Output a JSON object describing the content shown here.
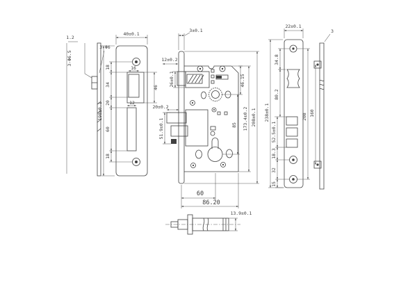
{
  "page": {
    "background": "#ffffff",
    "line_color": "#404040"
  },
  "views": {
    "strike_edge": {
      "thickness": "1.2",
      "hole_note_vertical": "3-Φ6.5",
      "hole_note": "3.Φ6"
    },
    "strike_plate": {
      "overall_width": "40±0.1",
      "overall_height": "198±0.1",
      "top_hole_to_cutout": "18",
      "cutout_top_width": "16",
      "cutout_top_height": "34",
      "cutout_right_height": "46",
      "middle_gap": "20",
      "cutout_bottom_width": "12",
      "cutout_bottom_height": "60",
      "bottom_hole_offset": "18"
    },
    "lock_body": {
      "faceplate_thickness": "3±0.1",
      "latch_width": "12±0.2",
      "latch_height": "26±0.1",
      "deadbolt_throw": "20±0.2",
      "deadbolt_height": "51.9±0.1",
      "top_to_hub": "46.15",
      "hub_to_cylinder": "85",
      "case_height": "173.4±0.2",
      "faceplate_height": "208±0.1",
      "backset": "60",
      "case_depth": "86.20"
    },
    "faceplate_front": {
      "overall_width": "22±0.1",
      "overall_height": "238±0.1",
      "hole_to_latch": "34.8",
      "latch_to_bolts": "80.2",
      "bolt_section_height": "52.5±0.1",
      "bolt_to_hole": "18.3",
      "hole_spacing": "32",
      "bottom_margin": "15",
      "outer_hole_span": "208",
      "inner_hole_span": "160"
    },
    "side_profile": {
      "thickness": "3"
    },
    "latch_bolt": {
      "height": "13.9±0.1"
    }
  }
}
